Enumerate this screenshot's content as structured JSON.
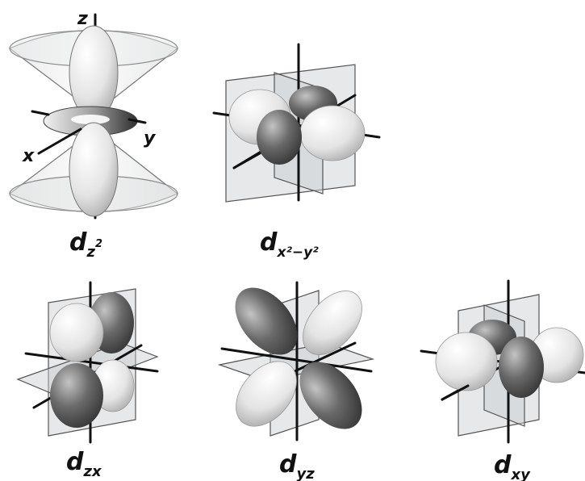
{
  "orbitals": [
    {
      "id": "dz2",
      "symbol": "d",
      "subscript": "z",
      "superscript": "2",
      "axis_labels": [
        "z",
        "x",
        "y"
      ]
    },
    {
      "id": "dx2y2",
      "symbol": "d",
      "subscript": "x²−y²"
    },
    {
      "id": "dzx",
      "symbol": "d",
      "subscript": "zx"
    },
    {
      "id": "dyz",
      "symbol": "d",
      "subscript": "yz"
    },
    {
      "id": "dxy",
      "symbol": "d",
      "subscript": "xy"
    }
  ],
  "colors": {
    "light_lobe": "#eeeeee",
    "dark_lobe": "#555555",
    "plane": "#c8ccd0"
  }
}
